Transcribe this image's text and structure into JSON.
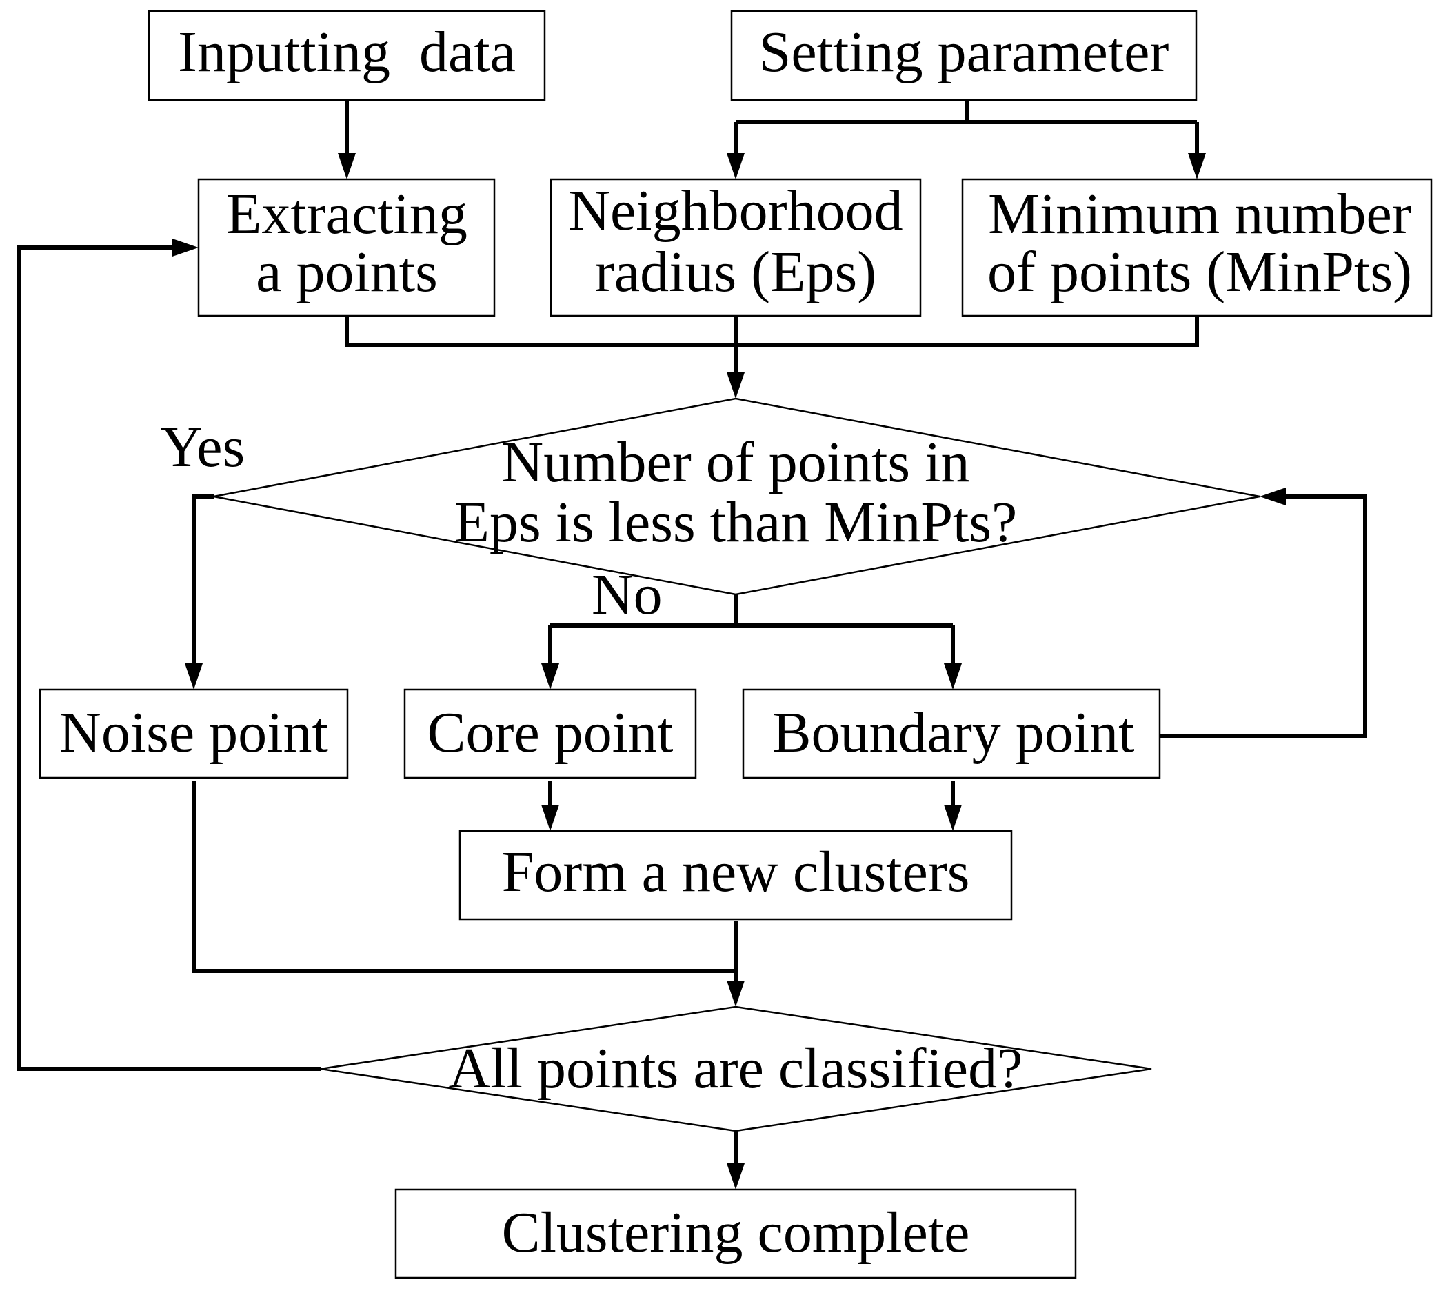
{
  "nodes": {
    "inputting_data": {
      "lines": [
        "Inputting  data"
      ]
    },
    "setting_parameter": {
      "lines": [
        "Setting parameter"
      ]
    },
    "extracting_point": {
      "lines": [
        "Extracting",
        "a points"
      ]
    },
    "neighborhood_radius": {
      "lines": [
        "Neighborhood",
        "radius (Eps)"
      ]
    },
    "minimum_number": {
      "lines": [
        "Minimum number",
        "of points (MinPts)"
      ]
    },
    "decision_eps": {
      "lines": [
        "Number of points in",
        "Eps is less than MinPts?"
      ]
    },
    "noise_point": {
      "lines": [
        "Noise point"
      ]
    },
    "core_point": {
      "lines": [
        "Core point"
      ]
    },
    "boundary_point": {
      "lines": [
        "Boundary point"
      ]
    },
    "form_clusters": {
      "lines": [
        "Form a new clusters"
      ]
    },
    "decision_all": {
      "lines": [
        "All points are classified?"
      ]
    },
    "clustering_complete": {
      "lines": [
        "Clustering complete"
      ]
    }
  },
  "edge_labels": {
    "yes": "Yes",
    "no": "No"
  },
  "edges": [
    {
      "from": "inputting_data",
      "to": "extracting_point"
    },
    {
      "from": "setting_parameter",
      "to": "neighborhood_radius"
    },
    {
      "from": "setting_parameter",
      "to": "minimum_number"
    },
    {
      "from": "extracting_point",
      "to": "decision_eps"
    },
    {
      "from": "neighborhood_radius",
      "to": "decision_eps"
    },
    {
      "from": "minimum_number",
      "to": "decision_eps"
    },
    {
      "from": "decision_eps",
      "to": "noise_point",
      "label": "Yes"
    },
    {
      "from": "decision_eps",
      "to": "core_point",
      "label": "No"
    },
    {
      "from": "decision_eps",
      "to": "boundary_point",
      "label": "No"
    },
    {
      "from": "boundary_point",
      "to": "decision_eps"
    },
    {
      "from": "core_point",
      "to": "form_clusters"
    },
    {
      "from": "boundary_point",
      "to": "form_clusters"
    },
    {
      "from": "noise_point",
      "to": "decision_all"
    },
    {
      "from": "form_clusters",
      "to": "decision_all"
    },
    {
      "from": "decision_all",
      "to": "extracting_point"
    },
    {
      "from": "decision_all",
      "to": "clustering_complete"
    }
  ]
}
